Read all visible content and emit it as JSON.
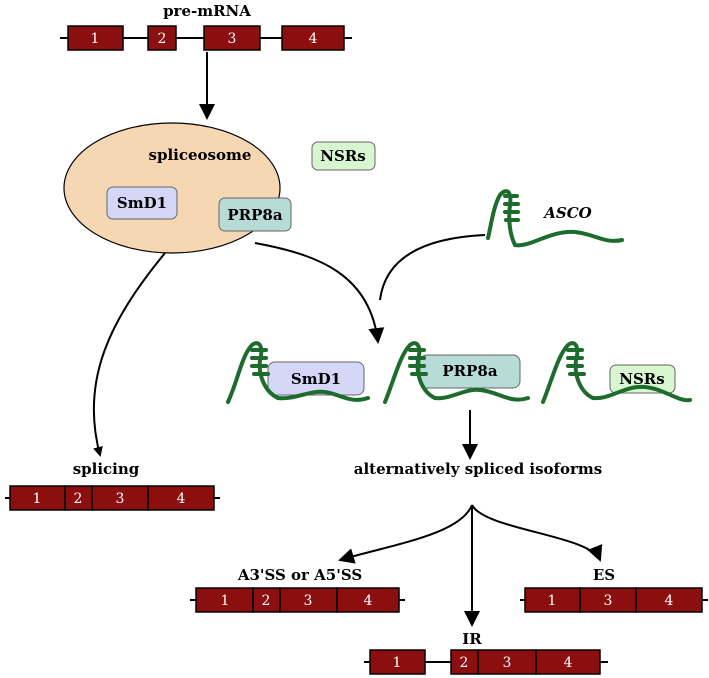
{
  "title": "pre-mRNA",
  "spliceosome": {
    "label": "spliceosome",
    "proteins": [
      "SmD1",
      "PRP8a",
      "NSRs"
    ]
  },
  "asco_label": "ASCO",
  "complexes": [
    "SmD1",
    "PRP8a",
    "NSRs"
  ],
  "splicing_label": "splicing",
  "alt_label": "alternatively spliced isoforms",
  "isoforms": {
    "a3ss": "A3'SS or A5'SS",
    "es": "ES",
    "ir": "IR"
  },
  "exons": {
    "pre_mrna": [
      "1",
      "2",
      "3",
      "4"
    ],
    "splicing": [
      "1",
      "2",
      "3",
      "4"
    ],
    "a3ss": [
      "1",
      "2",
      "3",
      "4"
    ],
    "es": [
      "1",
      "3",
      "4"
    ],
    "ir": [
      "1",
      "2",
      "3",
      "4"
    ]
  },
  "colors": {
    "exon": "#8b0f0f",
    "spliceosome": "#f6d7b3",
    "smd1": "#d4d7f7",
    "prp8a": "#b7dcd8",
    "nsrs": "#d8f7d0",
    "rna": "#1e6b2e"
  }
}
